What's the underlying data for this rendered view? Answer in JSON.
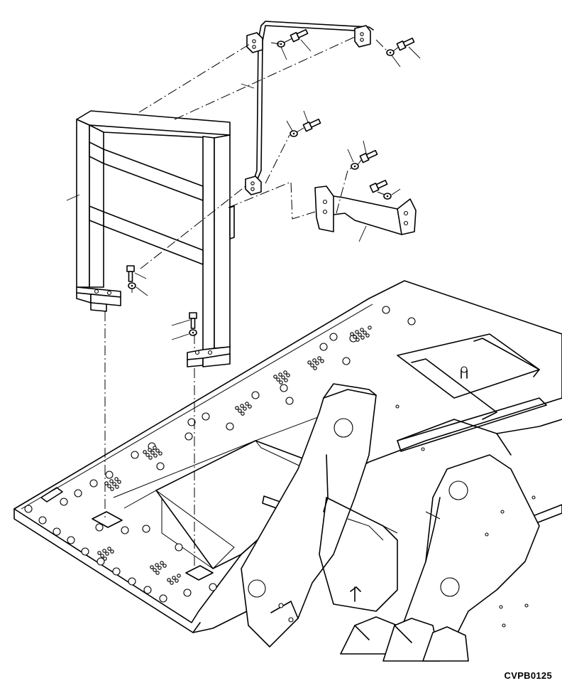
{
  "drawing": {
    "code": "CVPB0125"
  },
  "parts": {
    "guard_rail_frame": "guard-rail-frame",
    "brace_rod": "brace-rod",
    "mounting_bracket": "mounting-bracket",
    "bolts": "hex-bolt",
    "washers": "washer"
  }
}
